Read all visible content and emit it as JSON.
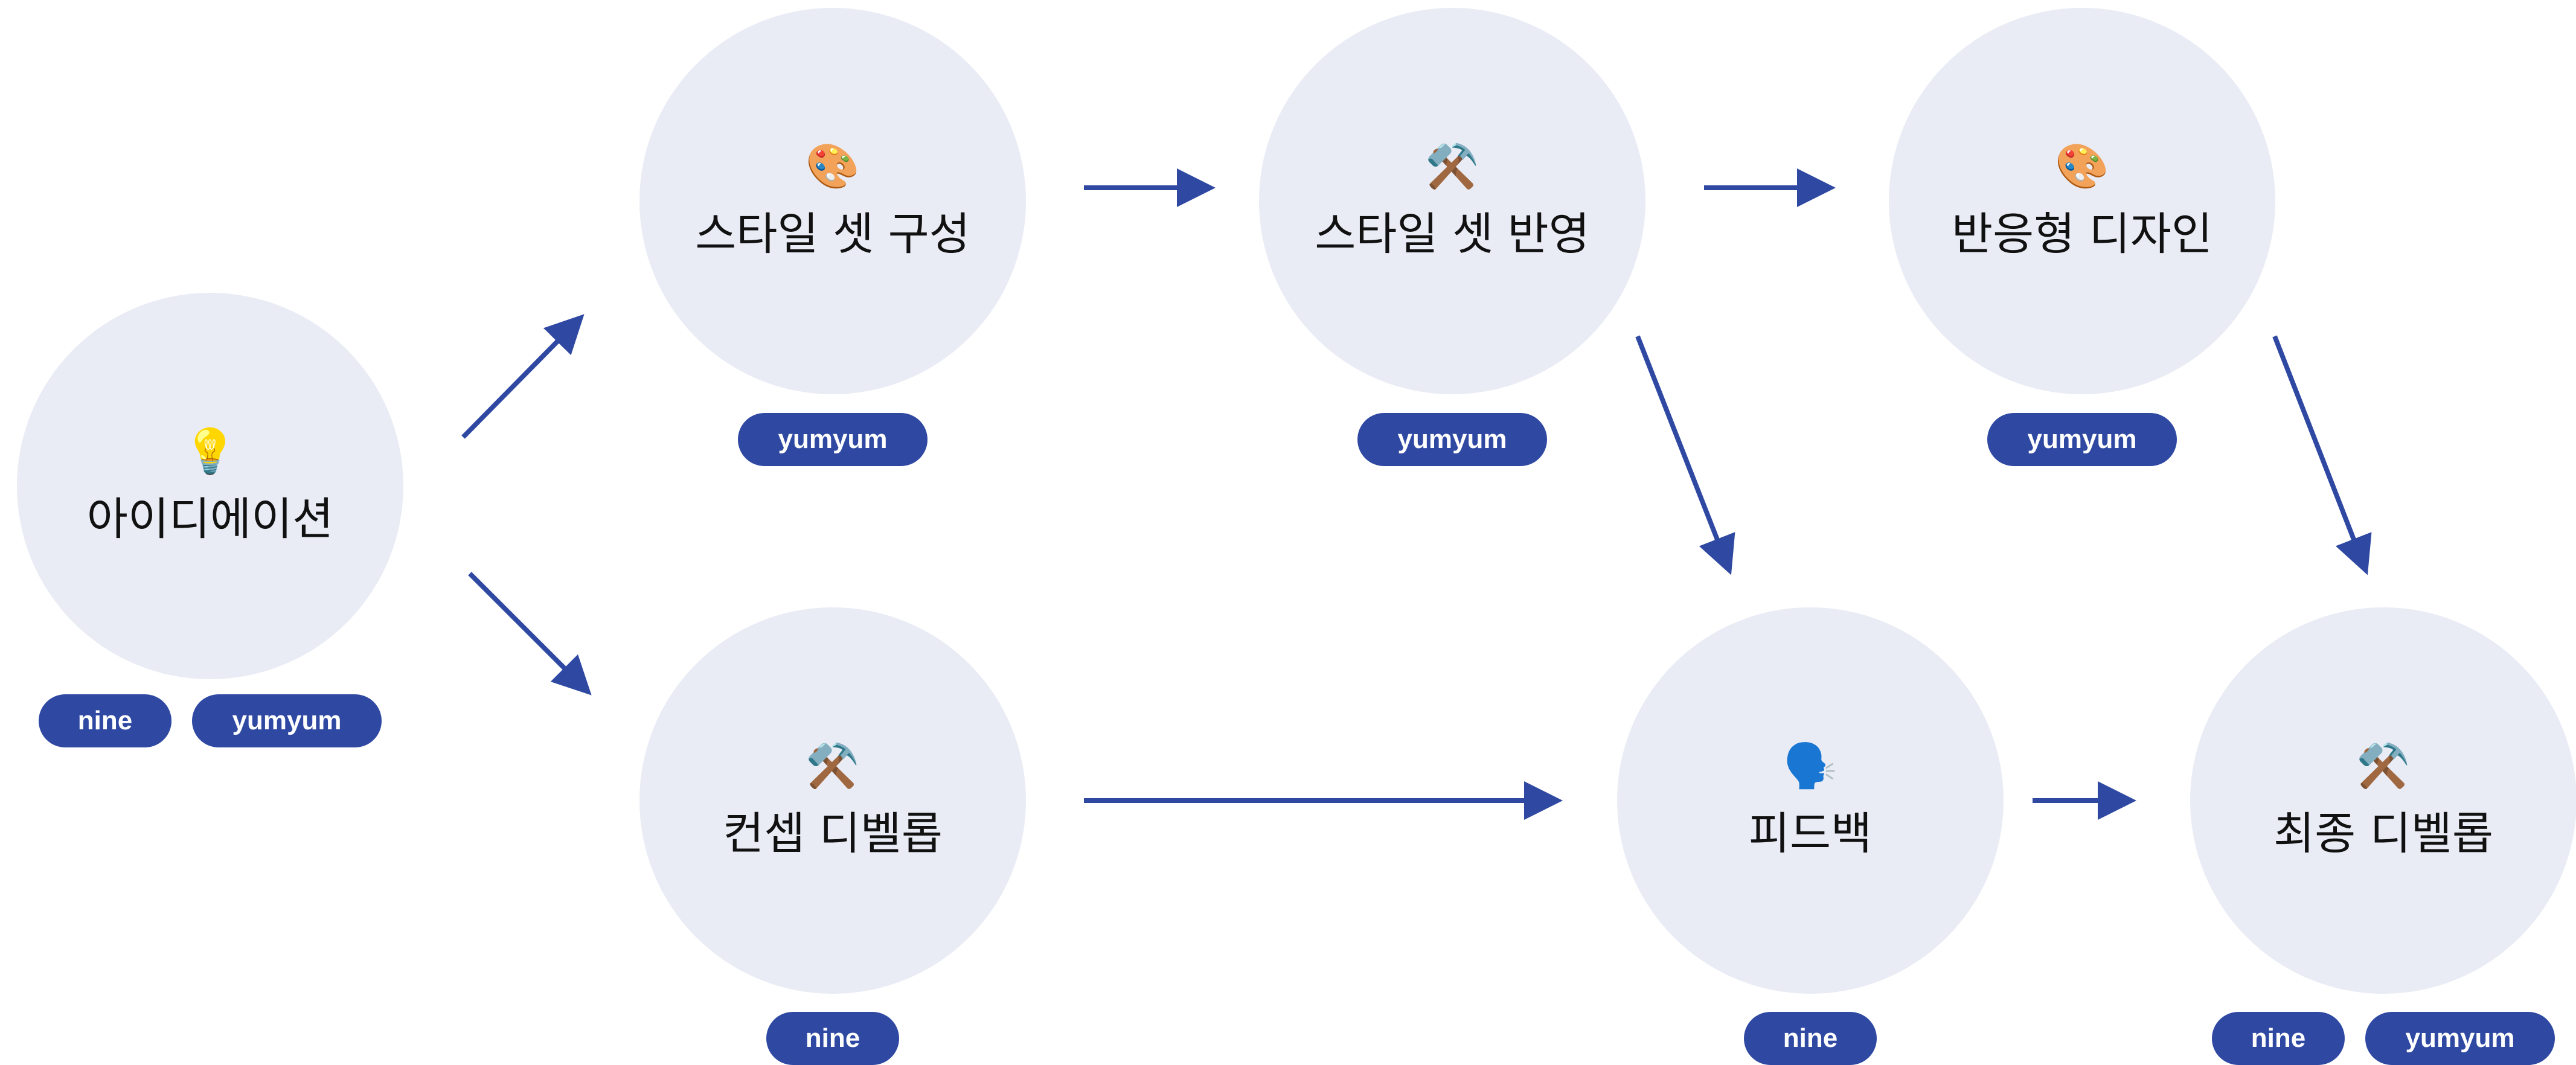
{
  "colors": {
    "node_fill": "#e9ecf5",
    "badge_fill": "#2f49a3",
    "arrow": "#2f49a3",
    "label_text": "#111111"
  },
  "nodes": [
    {
      "id": "ideation",
      "icon": "lightbulb-icon",
      "emoji": "💡",
      "label": "아이디에이션",
      "assignees": [
        "nine",
        "yumyum"
      ]
    },
    {
      "id": "style_set_compose",
      "icon": "palette-icon",
      "emoji": "🎨",
      "label": "스타일 셋 구성",
      "assignees": [
        "yumyum"
      ]
    },
    {
      "id": "style_set_apply",
      "icon": "hammer-pick-icon",
      "emoji": "⚒️",
      "label": "스타일 셋 반영",
      "assignees": [
        "yumyum"
      ]
    },
    {
      "id": "responsive_design",
      "icon": "palette-icon",
      "emoji": "🎨",
      "label": "반응형 디자인",
      "assignees": [
        "yumyum"
      ]
    },
    {
      "id": "concept_develop",
      "icon": "hammer-pick-icon",
      "emoji": "⚒️",
      "label": "컨셉 디벨롭",
      "assignees": [
        "nine"
      ]
    },
    {
      "id": "feedback",
      "icon": "speaking-head-icon",
      "emoji": "🗣️",
      "label": "피드백",
      "assignees": [
        "nine"
      ]
    },
    {
      "id": "final_develop",
      "icon": "hammer-pick-icon",
      "emoji": "⚒️",
      "label": "최종 디벨롭",
      "assignees": [
        "nine",
        "yumyum"
      ]
    }
  ],
  "edges": [
    {
      "from": "ideation",
      "to": "style_set_compose"
    },
    {
      "from": "ideation",
      "to": "concept_develop"
    },
    {
      "from": "style_set_compose",
      "to": "style_set_apply"
    },
    {
      "from": "style_set_apply",
      "to": "responsive_design"
    },
    {
      "from": "style_set_apply",
      "to": "feedback"
    },
    {
      "from": "responsive_design",
      "to": "final_develop"
    },
    {
      "from": "concept_develop",
      "to": "feedback"
    },
    {
      "from": "feedback",
      "to": "final_develop"
    }
  ]
}
